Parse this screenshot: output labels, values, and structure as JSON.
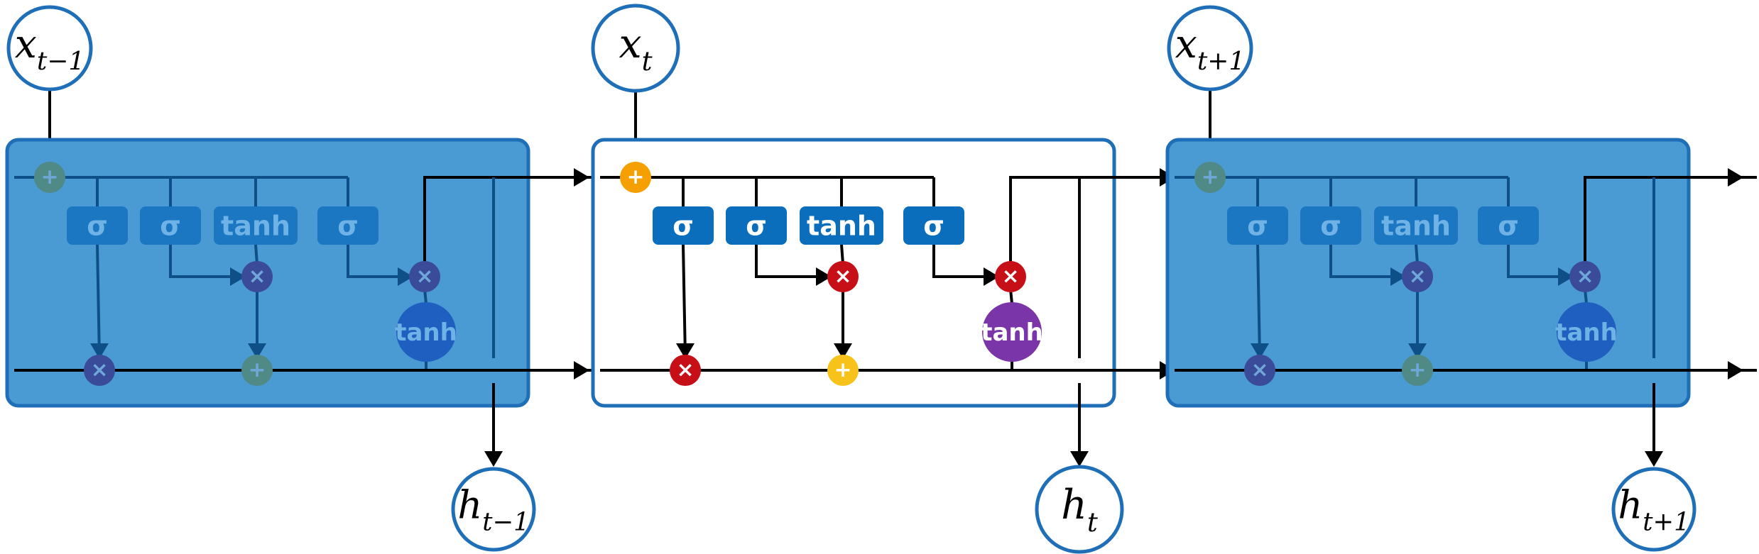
{
  "colors": {
    "cell_border": "#1e6fb8",
    "cell_fill_dim": "#4a9ad3",
    "cell_fill_active": "#ffffff",
    "gate_box": "#0a6ebd",
    "gate_box_dim": "#1b77c2",
    "gate_text": "#ffffff",
    "gate_text_dim": "#6fb2e6",
    "line": "#000000",
    "line_dim": "#0d4f86",
    "circle_border": "#1e6fb8",
    "add_orange": "#f5a000",
    "add_yellow": "#f7c31a",
    "add_dim": "#4f8a86",
    "mul_red": "#c70f18",
    "mul_dim": "#3a4b9a",
    "tanh_purple": "#7a35a8",
    "tanh_dim": "#1f5fbf"
  },
  "cells": [
    {
      "name": "cell-prev",
      "active": false,
      "input": {
        "base": "x",
        "sub": "t−1"
      },
      "output": {
        "base": "h",
        "sub": "t−1"
      },
      "gates": [
        "σ",
        "σ",
        "tanh",
        "σ"
      ],
      "output_tanh": "tanh",
      "add_sym": "+",
      "mul_sym": "×"
    },
    {
      "name": "cell-current",
      "active": true,
      "input": {
        "base": "x",
        "sub": "t"
      },
      "output": {
        "base": "h",
        "sub": "t"
      },
      "gates": [
        "σ",
        "σ",
        "tanh",
        "σ"
      ],
      "output_tanh": "tanh",
      "add_sym": "+",
      "mul_sym": "×"
    },
    {
      "name": "cell-next",
      "active": false,
      "input": {
        "base": "x",
        "sub": "t+1"
      },
      "output": {
        "base": "h",
        "sub": "t+1"
      },
      "gates": [
        "σ",
        "σ",
        "tanh",
        "σ"
      ],
      "output_tanh": "tanh",
      "add_sym": "+",
      "mul_sym": "×"
    }
  ]
}
